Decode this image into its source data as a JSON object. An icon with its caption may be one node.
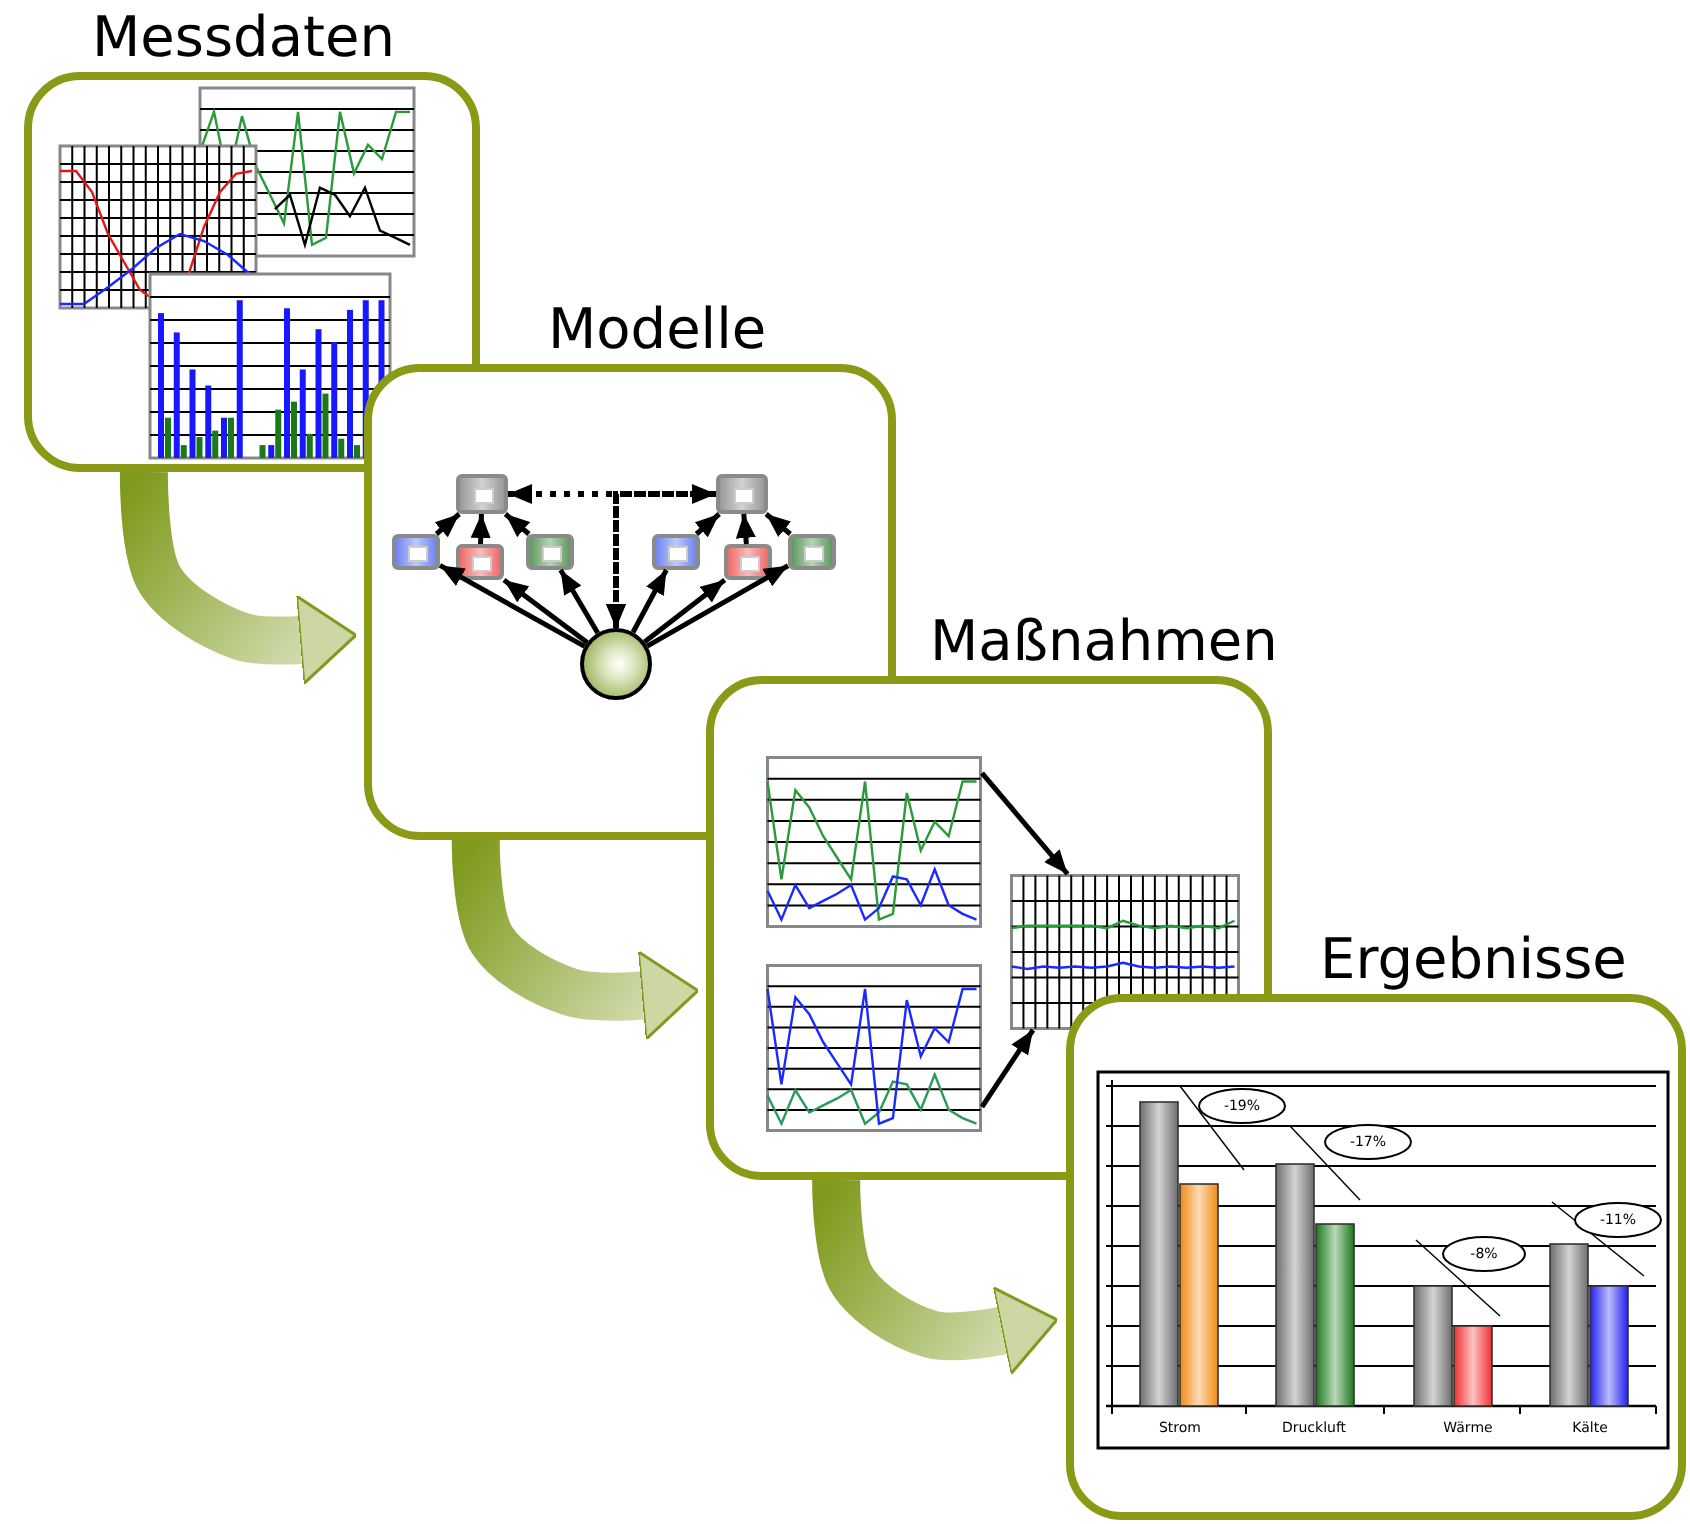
{
  "diagram": {
    "nodes": [
      {
        "text": [
          "Messdaten"
        ]
      },
      {
        "text": [
          "Modelle"
        ]
      },
      {
        "text": [
          "Maßnahmen"
        ]
      },
      {
        "text": [
          "Ergebnisse"
        ]
      },
      {
        "text": [],
        "shape": "box",
        "in": 1
      },
      {
        "text": [],
        "shape": "box",
        "in": 1
      },
      {
        "text": [],
        "shape": "box",
        "in": 1
      },
      {
        "text": [],
        "shape": "box",
        "in": 1
      },
      {
        "text": [],
        "shape": "box",
        "in": 1
      },
      {
        "text": [],
        "shape": "box",
        "in": 1
      },
      {
        "text": [],
        "shape": "box",
        "in": 1
      },
      {
        "text": [],
        "shape": "box",
        "in": 1
      },
      {
        "text": [],
        "shape": "circle",
        "in": 1
      },
      {
        "text": [],
        "shape": "picture",
        "in": 2
      },
      {
        "text": [],
        "shape": "picture",
        "in": 2
      },
      {
        "text": [],
        "shape": "picture",
        "in": 2
      },
      {
        "text": [
          "-19%"
        ],
        "in": 3
      },
      {
        "text": [
          "-17%"
        ],
        "in": 3
      },
      {
        "text": [
          "-8%"
        ],
        "in": 3
      },
      {
        "text": [
          "-11%"
        ],
        "in": 3
      }
    ],
    "edges": [
      {
        "from": 0,
        "to": 1,
        "arrow": "to",
        "style": "thick",
        "color": "#7f9a1c"
      },
      {
        "from": 1,
        "to": 2,
        "arrow": "to",
        "style": "thick",
        "color": "#7f9a1c"
      },
      {
        "from": 2,
        "to": 3,
        "arrow": "to",
        "style": "thick",
        "color": "#7f9a1c"
      },
      {
        "from": 6,
        "to": 4,
        "arrow": "to"
      },
      {
        "from": 7,
        "to": 4,
        "arrow": "to"
      },
      {
        "from": 8,
        "to": 4,
        "arrow": "to"
      },
      {
        "from": 9,
        "to": 5,
        "arrow": "to"
      },
      {
        "from": 10,
        "to": 5,
        "arrow": "to"
      },
      {
        "from": 11,
        "to": 5,
        "arrow": "to"
      },
      {
        "from": 12,
        "to": 6,
        "arrow": "to"
      },
      {
        "from": 12,
        "to": 7,
        "arrow": "to"
      },
      {
        "from": 12,
        "to": 8,
        "arrow": "to"
      },
      {
        "from": 12,
        "to": 9,
        "arrow": "to"
      },
      {
        "from": 12,
        "to": 10,
        "arrow": "to"
      },
      {
        "from": 12,
        "to": 11,
        "arrow": "to"
      },
      {
        "from": 4,
        "to": 5,
        "arrow": "both",
        "style": "dashed"
      },
      {
        "from": 4,
        "to": 12,
        "arrow": "to",
        "style": "dashed"
      },
      {
        "from": 5,
        "to": 12,
        "arrow": "to",
        "style": "dashed"
      },
      {
        "from": 13,
        "to": 15,
        "arrow": "to"
      },
      {
        "from": 14,
        "to": 15,
        "arrow": "to"
      }
    ],
    "labels": [
      "Strom",
      "Druckluft",
      "Wärme",
      "Kälte"
    ]
  }
}
